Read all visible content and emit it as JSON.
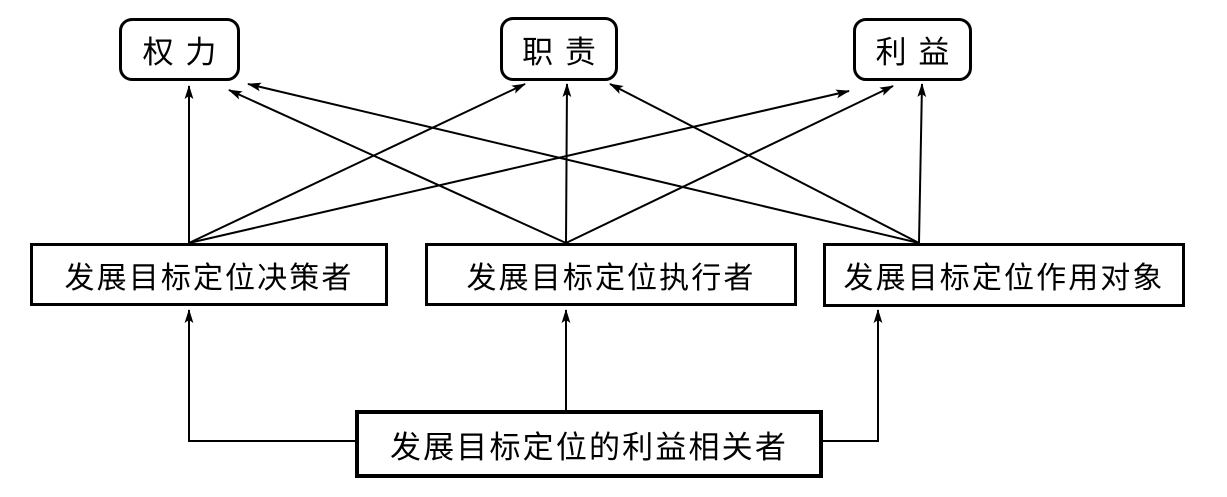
{
  "diagram": {
    "top_nodes": [
      {
        "id": "power",
        "label": "权力"
      },
      {
        "id": "duty",
        "label": "职责"
      },
      {
        "id": "interest",
        "label": "利益"
      }
    ],
    "middle_nodes": [
      {
        "id": "decision-maker",
        "label": "发展目标定位决策者"
      },
      {
        "id": "executor",
        "label": "发展目标定位执行者"
      },
      {
        "id": "target-object",
        "label": "发展目标定位作用对象"
      }
    ],
    "bottom_node": {
      "id": "stakeholder",
      "label": "发展目标定位的利益相关者"
    },
    "edges": [
      {
        "from": "decision-maker",
        "to": "power"
      },
      {
        "from": "decision-maker",
        "to": "duty"
      },
      {
        "from": "decision-maker",
        "to": "interest"
      },
      {
        "from": "executor",
        "to": "power"
      },
      {
        "from": "executor",
        "to": "duty"
      },
      {
        "from": "executor",
        "to": "interest"
      },
      {
        "from": "target-object",
        "to": "power"
      },
      {
        "from": "target-object",
        "to": "duty"
      },
      {
        "from": "target-object",
        "to": "interest"
      },
      {
        "from": "stakeholder",
        "to": "decision-maker"
      },
      {
        "from": "stakeholder",
        "to": "executor"
      },
      {
        "from": "stakeholder",
        "to": "target-object"
      }
    ],
    "colors": {
      "line": "#000000",
      "box_border": "#000000",
      "box_background": "#ffffff",
      "page_background": "#ffffff",
      "text": "#000000"
    }
  }
}
